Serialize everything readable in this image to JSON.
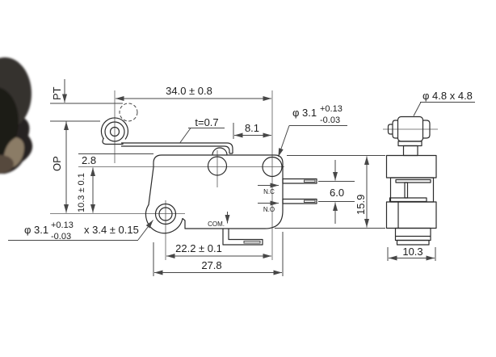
{
  "front_view": {
    "dim_lever_length": "34.0 ± 0.8",
    "lever_thickness": "t=0.7",
    "dim_lever_end_to_hole": "8.1",
    "top_hole": {
      "dia": "φ 3.1",
      "tol_plus": "+0.13",
      "tol_minus": "-0.03"
    },
    "dim_top_edge_to_hole": "2.8",
    "pretravel_label": "PT",
    "operating_position_label": "OP",
    "dim_hole_spacing_v": "10.3 ± 0.1",
    "bottom_hole": {
      "dia": "φ 3.1",
      "tol_plus": "+0.13",
      "tol_minus": "-0.03",
      "depth": "x 3.4 ± 0.15"
    },
    "terminal_nc": "N.C",
    "terminal_no": "N.O",
    "terminal_com": "COM.",
    "dim_terminal_spacing": "6.0",
    "dim_body_height": "15.9",
    "dim_hole_spacing_h": "22.2 ± 0.1",
    "dim_body_width": "27.8"
  },
  "side_view": {
    "roller_size": "φ 4.8 x 4.8",
    "dim_body_depth": "10.3"
  },
  "colors": {
    "line": "#2b2b2b",
    "dimension_line": "#474747",
    "background": "#ffffff"
  }
}
